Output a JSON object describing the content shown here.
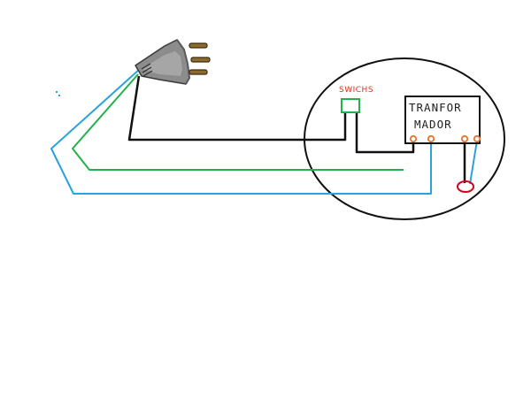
{
  "diagram": {
    "labels": {
      "switch": "SWICHS",
      "transformer_line1": "TRANFOR",
      "transformer_line2": "MADOR"
    },
    "colors": {
      "black_wire": "#111111",
      "green_wire": "#22b14c",
      "blue_wire": "#2aa3dc",
      "switch_box": "#22b14c",
      "output_ring": "#d0021b",
      "terminal": "#e8742a",
      "plug_body": "#8c8c8c",
      "plug_pins": "#8b6b2e",
      "enclosure": "#111111",
      "label_red": "#e0301e"
    },
    "components": {
      "plug": "plug-icon",
      "switch": "switch-box",
      "transformer": "transformer-box",
      "output": "output-ring"
    }
  }
}
